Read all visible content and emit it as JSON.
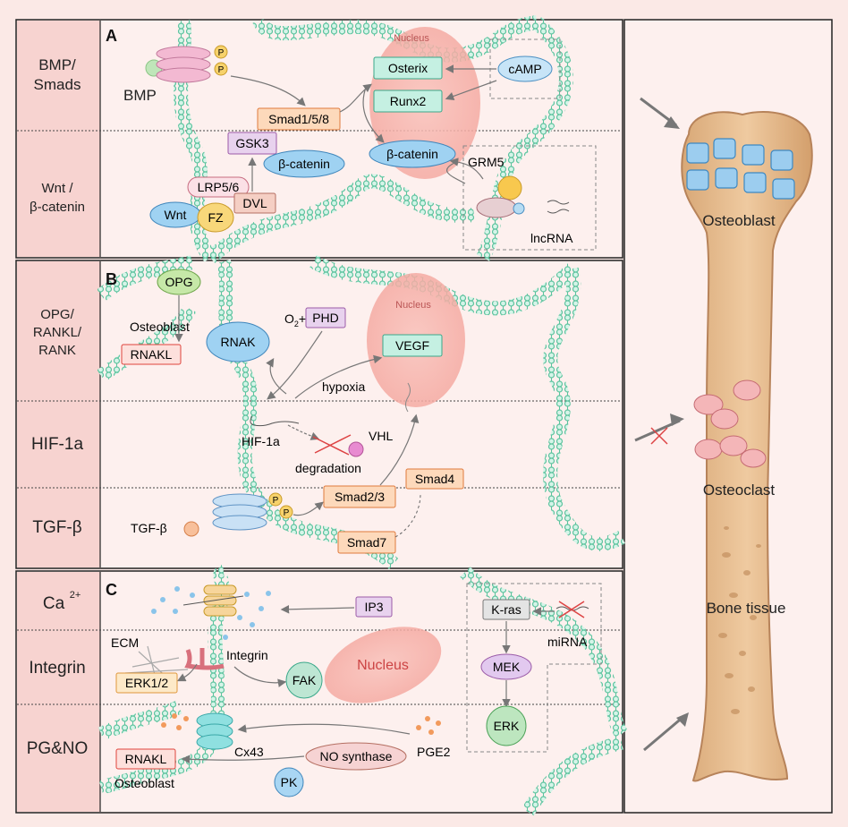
{
  "panel_a": {
    "letter": "A",
    "rows": [
      "BMP/",
      "Smads",
      "Wnt /",
      "β-catenin"
    ],
    "nucleus": "Nucleus",
    "bmp": "BMP",
    "p": "P",
    "osterix": "Osterix",
    "runx2": "Runx2",
    "camp": "cAMP",
    "smad158": "Smad1/5/8",
    "gsk3": "GSK3",
    "bcat_cyto": "β-catenin",
    "bcat_nuc": "β-catenin",
    "grm5": "GRM5",
    "lrp56": "LRP5/6",
    "dvl": "DVL",
    "wnt": "Wnt",
    "fz": "FZ",
    "lncrna": "lncRNA"
  },
  "panel_b": {
    "letter": "B",
    "rows": [
      "OPG/",
      "RANKL/",
      "RANK",
      "HIF-1a",
      "TGF-β"
    ],
    "nucleus": "Nucleus",
    "opg": "OPG",
    "osteoblast": "Osteoblast",
    "rnakl": "RNAKL",
    "rnak": "RNAK",
    "o2": "O",
    "o2_sub": "2",
    "o2_plus": "+",
    "phd": "PHD",
    "vegf": "VEGF",
    "hypoxia": "hypoxia",
    "hif": "HIF-1a",
    "vhl": "VHL",
    "degradation": "degradation",
    "smad23": "Smad2/3",
    "smad4": "Smad4",
    "smad7": "Smad7",
    "tgfb": "TGF-β",
    "p": "P"
  },
  "panel_c": {
    "letter": "C",
    "rows": [
      "Ca",
      "2+",
      "Integrin",
      "PG&NO"
    ],
    "ip3": "IP3",
    "kras": "K-ras",
    "mirna": "miRNA",
    "ecm": "ECM",
    "integrin": "Integrin",
    "erk12": "ERK1/2",
    "fak": "FAK",
    "nucleus": "Nucleus",
    "mek": "MEK",
    "erk": "ERK",
    "pge2": "PGE2",
    "cx43": "Cx43",
    "no_synthase": "NO synthase",
    "rnakl": "RNAKL",
    "osteoblast": "Osteoblast",
    "pk": "PK"
  },
  "bone": {
    "osteoblast": "Osteoblast",
    "osteoclast": "Osteoclast",
    "bone_tissue": "Bone tissue"
  },
  "colors": {
    "background": "#fbe9e6",
    "row_label_bg": "#f7d3d0",
    "membrane": "#6fcfae",
    "nucleus": "#f7b7b0",
    "teal_box": "#c5f0e2",
    "orange_box": "#fdd9bb",
    "purple_box": "#e8d2ee",
    "blue_ellipse": "#9fd2f2",
    "bone": "#e8bd8c"
  }
}
